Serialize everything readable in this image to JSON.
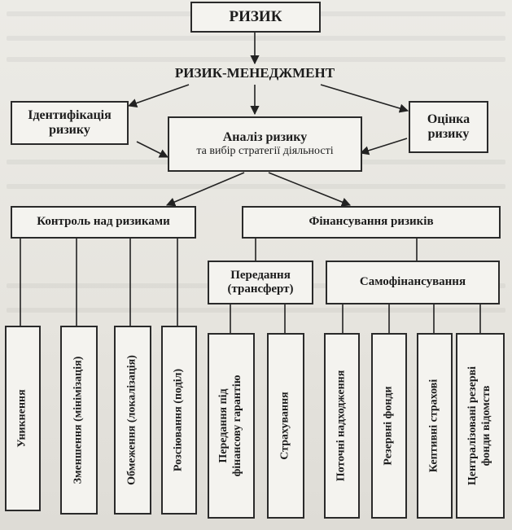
{
  "diagram": {
    "root": "РИЗИК",
    "management": "РИЗИК-МЕНЕДЖМЕНТ",
    "identification": "Ідентифікація ризику",
    "assessment": "Оцінка ризику",
    "analysis_title": "Аналіз ризику",
    "analysis_subtitle": "та вибір стратегії діяльності",
    "control": "Контроль над ризиками",
    "financing": "Фінансування ризиків",
    "transfer_line1": "Передання",
    "transfer_line2": "(трансферт)",
    "self_financing": "Самофінансування",
    "control_methods": [
      "Уникнення",
      "Зменшення (мінімізація)",
      "Обмеження (локалізація)",
      "Розсіювання (поділ)"
    ],
    "transfer_methods": [
      [
        "Передання під",
        "фінансову гарантію"
      ],
      [
        "Страхування"
      ]
    ],
    "self_methods": [
      [
        "Поточні надходження"
      ],
      [
        "Резервні фонди"
      ],
      [
        "Кептивні страхові"
      ],
      [
        "Централізовані резерві",
        "фонди відомств"
      ]
    ]
  }
}
